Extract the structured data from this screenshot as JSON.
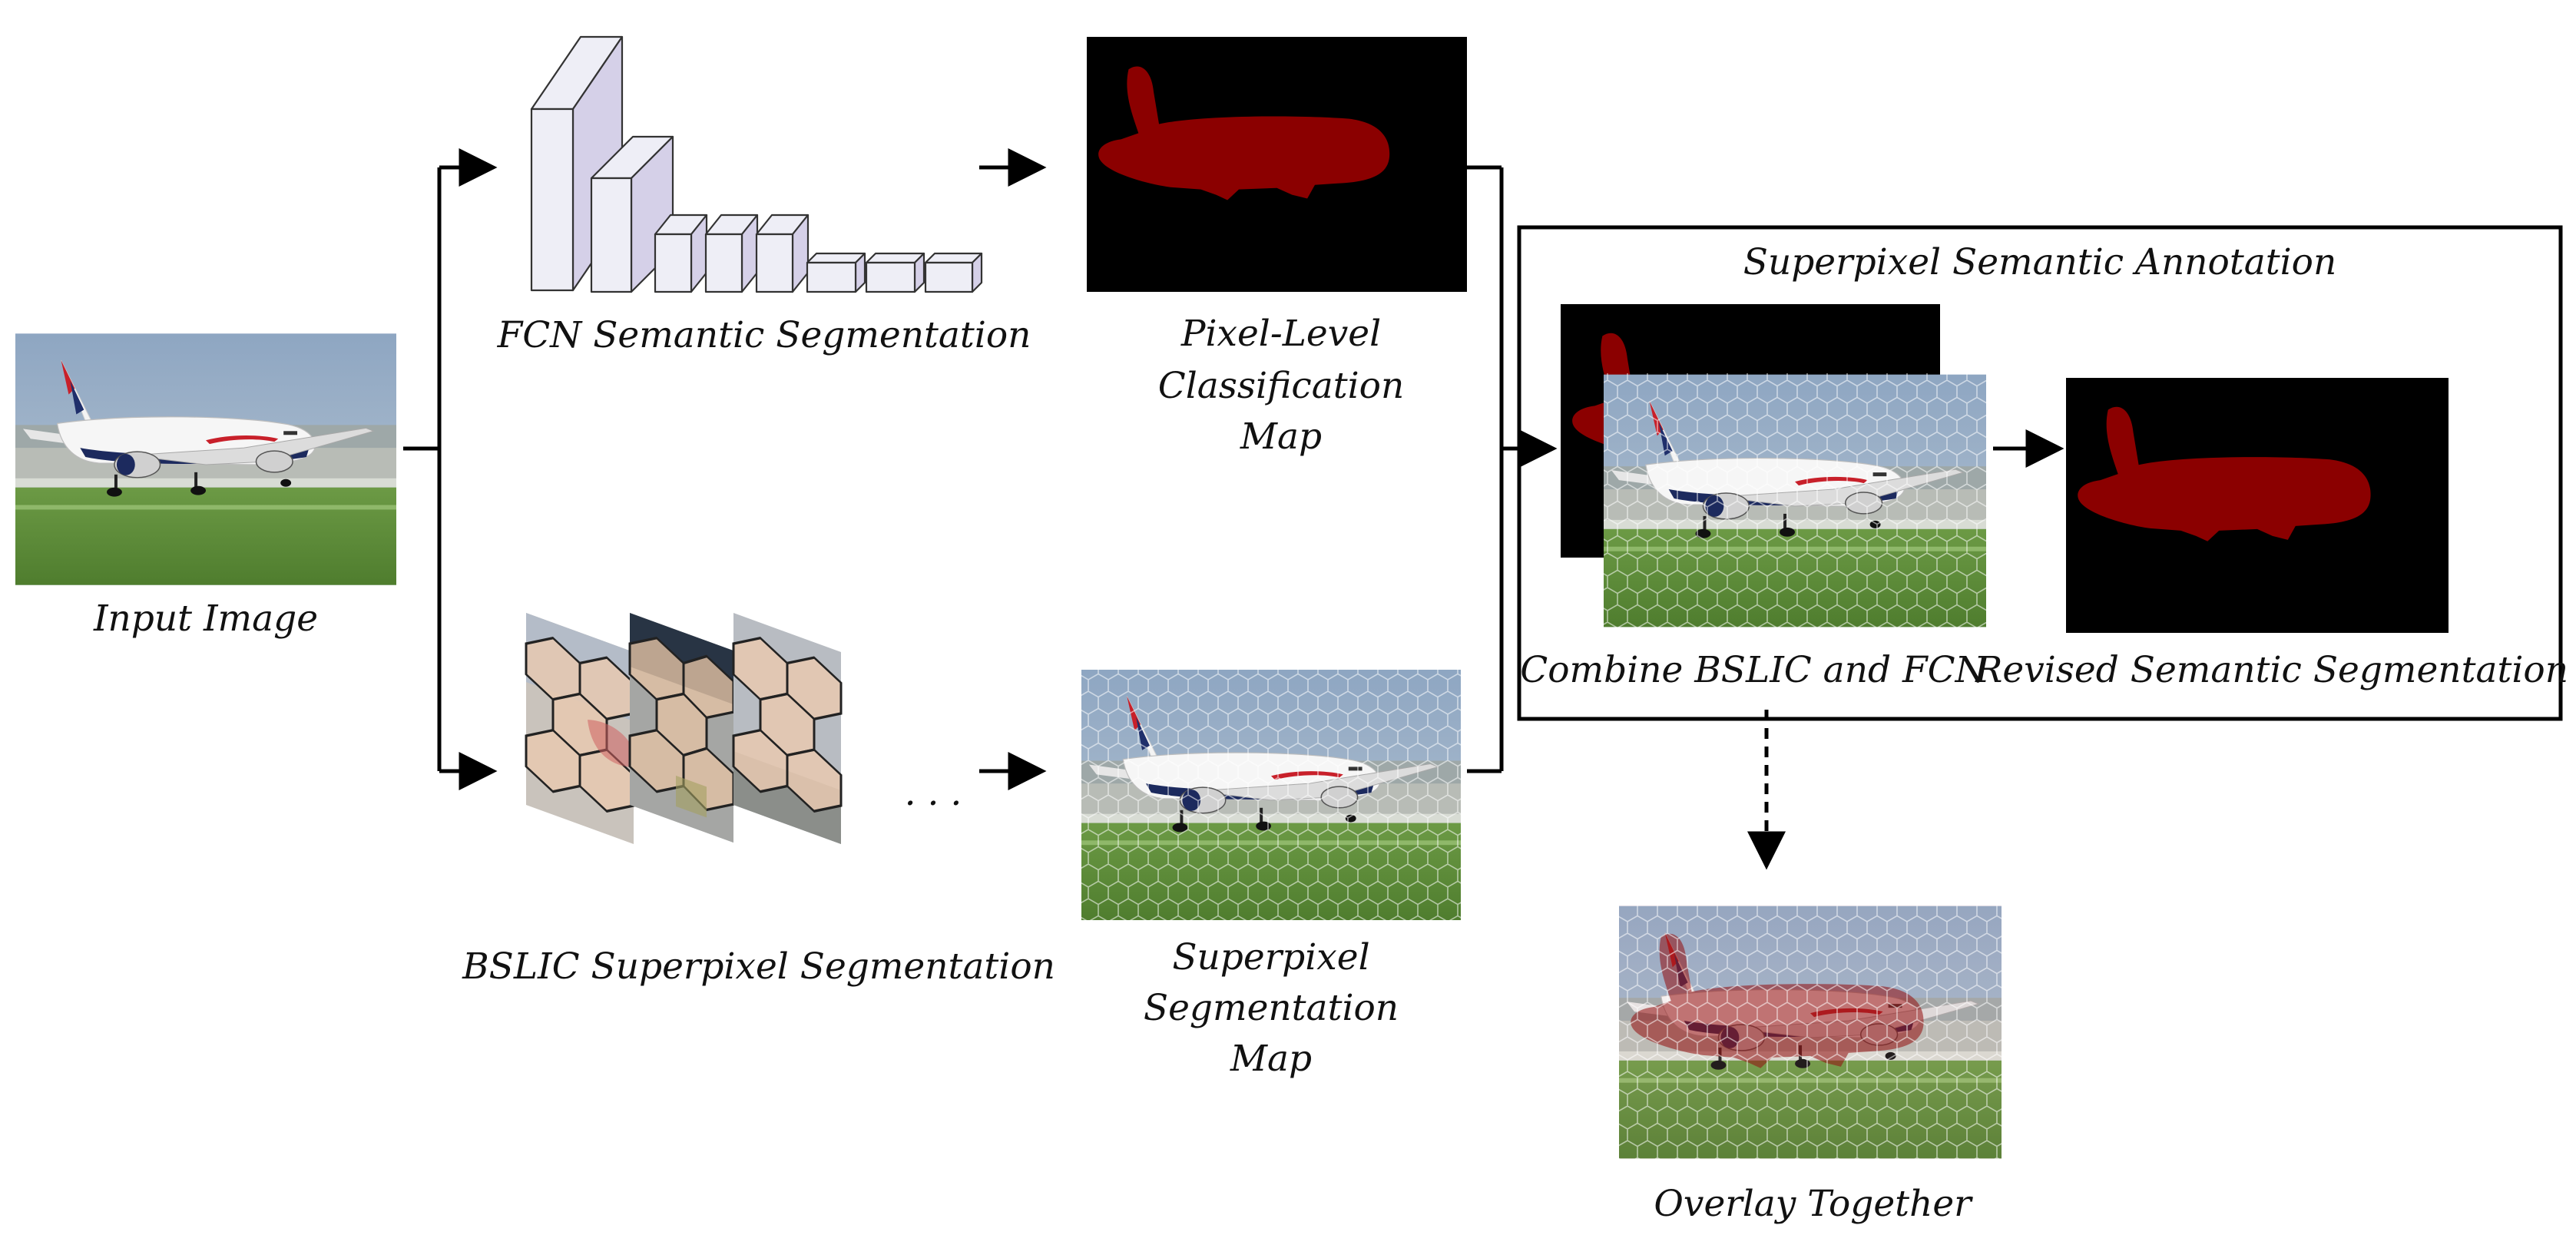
{
  "labels": {
    "input_image": "Input Image",
    "fcn": "FCN Semantic Segmentation",
    "pixel_map": [
      "Pixel-Level",
      "Classification",
      "Map"
    ],
    "bslic": "BSLIC Superpixel Segmentation",
    "ellipsis": ". . .",
    "superpixel_map": [
      "Superpixel",
      "Segmentation",
      "Map"
    ],
    "box_title": "Superpixel Semantic Annotation",
    "combine": "Combine BSLIC and FCN",
    "revised": "Revised Semantic Segmentation",
    "overlay": "Overlay Together"
  },
  "colors": {
    "segment_red": "#8b0000",
    "overlay_pink": "#e07070",
    "fcn_face": "#eeeef6",
    "fcn_side": "#d5d0e8",
    "sky": "#9fb2c8",
    "grass": "#5d8c3a"
  },
  "icons": [
    "airplane-photo",
    "fcn-layer-blocks",
    "hexagon-superpixel-grid",
    "arrow-icon"
  ]
}
